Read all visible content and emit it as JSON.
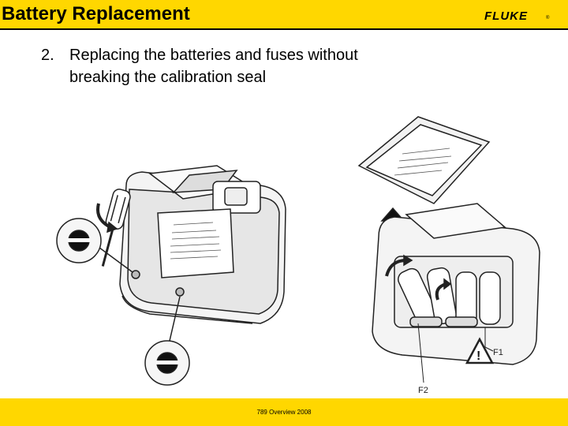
{
  "header": {
    "title": "Battery Replacement",
    "logo_text": "FLUKE",
    "logo_mark": "®",
    "background_color": "#ffd700"
  },
  "step": {
    "number": "2.",
    "line1": "Replacing the batteries and fuses without",
    "line2": "breaking the calibration seal"
  },
  "figure": {
    "label_f1": "F1",
    "label_f2": "F2",
    "warning_symbol": "!"
  },
  "footer": {
    "text": "789 Overview 2008",
    "background_color": "#ffd700"
  }
}
